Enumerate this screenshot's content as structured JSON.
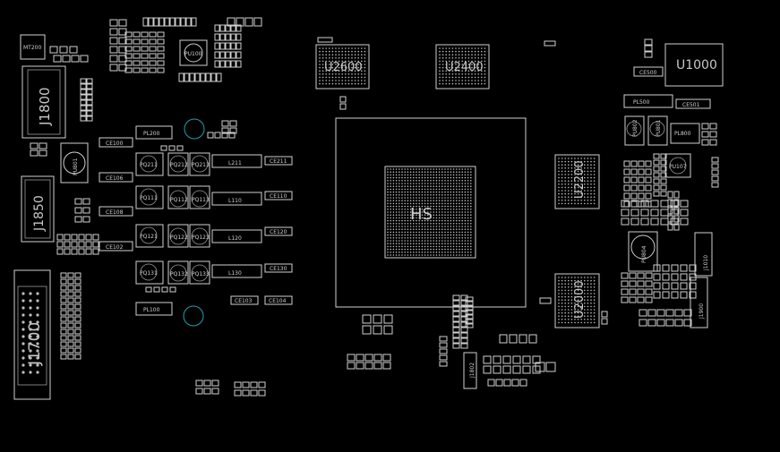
{
  "board": {
    "background": "#000000",
    "outline_color": "#cfcfcf",
    "accent_color": "#1fa0b0"
  },
  "labels": {
    "mt200": "MT200",
    "pu100": "PU100",
    "j1800": "J1800",
    "pu801": "PU801",
    "j1850": "J1850",
    "j1700": "J1700",
    "u2600": "U2600",
    "u2400": "U2400",
    "u1000": "U1000",
    "pl500": "PL500",
    "ce500": "CE500",
    "ce501": "CE501",
    "pl800": "PL800",
    "pu802": "PU802",
    "pu801b": "PU801",
    "pu107": "PU107",
    "u2200": "U2200",
    "u2000": "U2000",
    "pu804": "PU804",
    "j1010": "J1010",
    "j1900": "J1900",
    "j1802": "J1802",
    "main_chip": "HS",
    "pl200": "PL200",
    "pl100": "PL100",
    "l211": "L211",
    "l110": "L110",
    "l120": "L120",
    "l130": "L130",
    "ce100": "CE100",
    "ce106": "CE106",
    "ce108": "CE108",
    "ce102": "CE102",
    "ce211": "CE211",
    "ce110": "CE110",
    "ce120": "CE120",
    "ce130": "CE130",
    "ce103": "CE103",
    "ce104": "CE104",
    "pq211": "PQ211",
    "pq212": "PQ212",
    "pq213": "PQ213",
    "pq111": "PQ111",
    "pq112": "PQ112",
    "pq113": "PQ113",
    "pq121": "PQ121",
    "pq122": "PQ122",
    "pq123": "PQ123",
    "pq131": "PQ131",
    "pq132": "PQ132",
    "pq133": "PQ133"
  }
}
